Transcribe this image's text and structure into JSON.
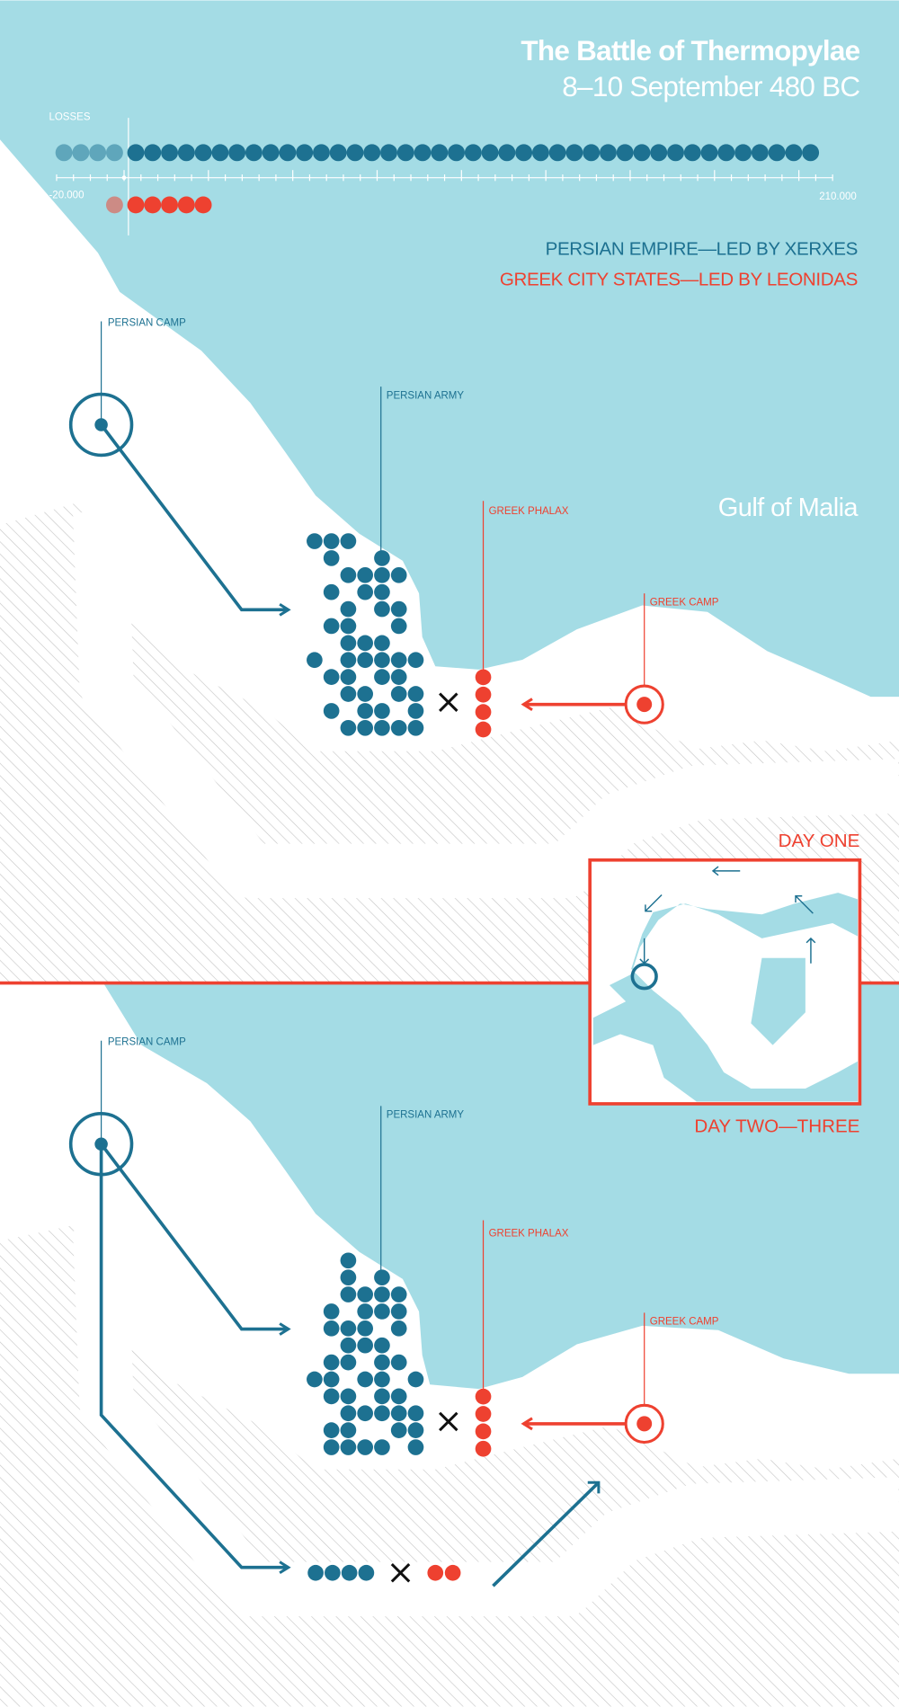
{
  "header": {
    "title": "The Battle of Thermopylae",
    "subtitle": "8–10 September 480 BC"
  },
  "losses": {
    "label": "LOSSES",
    "axis_min_label": "-20.000",
    "axis_max_label": "210.000",
    "axis_min": -20000,
    "axis_max": 210000,
    "units_per_dot": 5000,
    "persian": {
      "faded_dots": 4,
      "solid_dots": 41
    },
    "greek": {
      "faded_dots": 1,
      "solid_dots": 5
    }
  },
  "legend": {
    "persian": "PERSIAN EMPIRE—LED BY XERXES",
    "greek": "GREEK CITY STATES—LED BY LEONIDAS"
  },
  "panel_one": {
    "day_label": "DAY ONE",
    "persian_camp": "PERSIAN CAMP",
    "persian_army": "PERSIAN ARMY",
    "greek_phalanx": "GREEK PHALAX",
    "greek_camp": "GREEK CAMP",
    "gulf": "Gulf of Malia"
  },
  "panel_two": {
    "day_label": "DAY TWO—THREE",
    "persian_camp": "PERSIAN CAMP",
    "persian_army": "PERSIAN ARMY",
    "greek_phalanx": "GREEK PHALAX",
    "greek_camp": "GREEK CAMP"
  },
  "colors": {
    "sea": "#a4dce5",
    "persian": "#1d7191",
    "persian_faded": "#5fa6bb",
    "greek": "#ee4130",
    "greek_faded": "#cc8b85"
  }
}
